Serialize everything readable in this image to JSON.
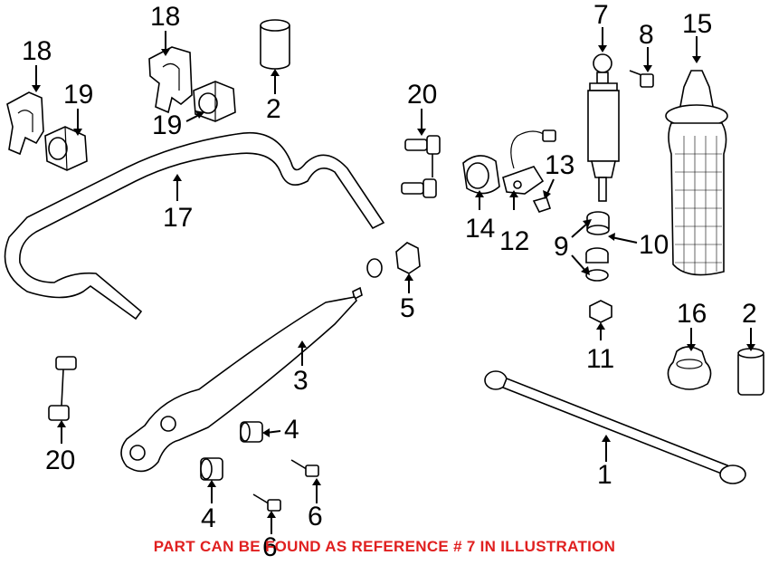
{
  "callouts": [
    {
      "id": "c18a",
      "label": "18"
    },
    {
      "id": "c19a",
      "label": "19"
    },
    {
      "id": "c18b",
      "label": "18"
    },
    {
      "id": "c19b",
      "label": "19"
    },
    {
      "id": "c2a",
      "label": "2"
    },
    {
      "id": "c17",
      "label": "17"
    },
    {
      "id": "c20a",
      "label": "20"
    },
    {
      "id": "c14",
      "label": "14"
    },
    {
      "id": "c12",
      "label": "12"
    },
    {
      "id": "c13",
      "label": "13"
    },
    {
      "id": "c7",
      "label": "7"
    },
    {
      "id": "c8",
      "label": "8"
    },
    {
      "id": "c15",
      "label": "15"
    },
    {
      "id": "c9",
      "label": "9"
    },
    {
      "id": "c10",
      "label": "10"
    },
    {
      "id": "c5",
      "label": "5"
    },
    {
      "id": "c3",
      "label": "3"
    },
    {
      "id": "c11",
      "label": "11"
    },
    {
      "id": "c16",
      "label": "16"
    },
    {
      "id": "c2b",
      "label": "2"
    },
    {
      "id": "c20b",
      "label": "20"
    },
    {
      "id": "c4a",
      "label": "4"
    },
    {
      "id": "c4b",
      "label": "4"
    },
    {
      "id": "c6a",
      "label": "6"
    },
    {
      "id": "c6b",
      "label": "6"
    },
    {
      "id": "c1",
      "label": "1"
    }
  ],
  "footer": {
    "text": "PART CAN BE FOUND AS REFERENCE # 7 IN ILLUSTRATION",
    "color": "#e02020"
  }
}
